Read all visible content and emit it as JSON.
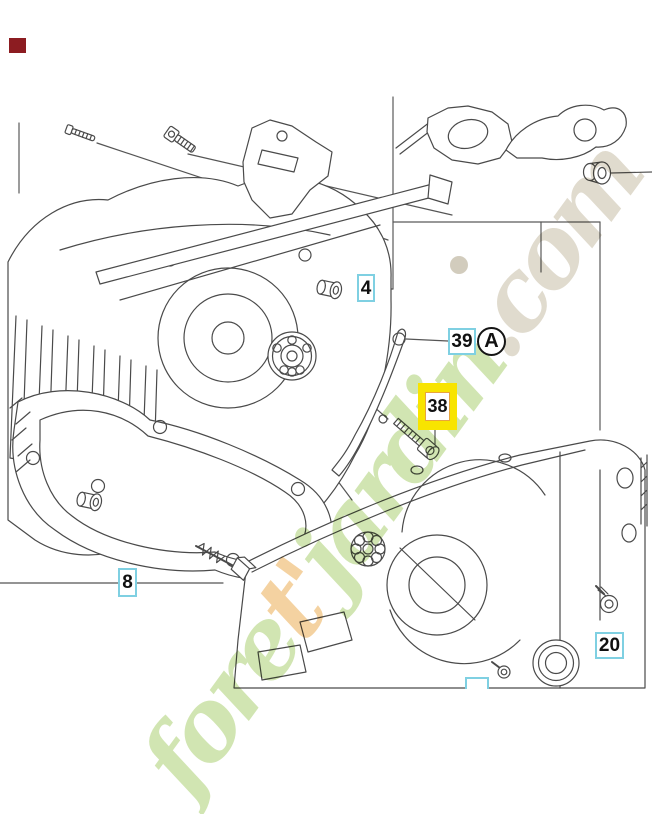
{
  "watermark": {
    "text": "foret'jardin.com",
    "segments": [
      {
        "text": "fore",
        "color": "#c6df9f"
      },
      {
        "text": "t'",
        "color": "#f2c78a"
      },
      {
        "text": "jardin",
        "color": "#c6df9f"
      },
      {
        "text": ".com",
        "color": "#d9d2c2"
      }
    ]
  },
  "labels": {
    "part4": "4",
    "part39": "39",
    "detail_a": "A",
    "part38": "38",
    "part8": "8",
    "part20": "20"
  },
  "colors": {
    "label_border": "#7fd0e2",
    "label_text": "#101010",
    "highlight_fill": "#f8e400",
    "highlight_inner_border": "#e9a43c",
    "drawing_line": "#4a4a4a",
    "corner_marker": "#8c1c21"
  }
}
